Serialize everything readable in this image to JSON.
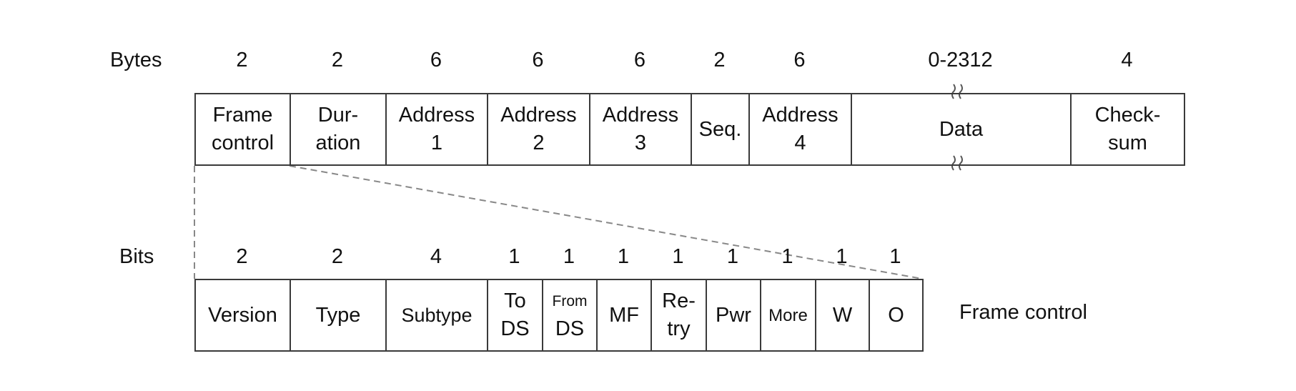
{
  "frame": {
    "row_label": "Bytes",
    "fields": [
      {
        "size": "2",
        "lines": [
          "Frame",
          "control"
        ]
      },
      {
        "size": "2",
        "lines": [
          "Dur-",
          "ation"
        ]
      },
      {
        "size": "6",
        "lines": [
          "Address",
          "1"
        ]
      },
      {
        "size": "6",
        "lines": [
          "Address",
          "2"
        ]
      },
      {
        "size": "6",
        "lines": [
          "Address",
          "3"
        ]
      },
      {
        "size": "2",
        "lines": [
          "Seq.",
          ""
        ]
      },
      {
        "size": "6",
        "lines": [
          "Address",
          "4"
        ]
      },
      {
        "size": "0-2312",
        "lines": [
          "Data",
          ""
        ]
      },
      {
        "size": "4",
        "lines": [
          "Check-",
          "sum"
        ]
      }
    ]
  },
  "frame_control": {
    "row_label": "Bits",
    "caption": "Frame control",
    "fields": [
      {
        "size": "2",
        "lines": [
          "Version",
          ""
        ]
      },
      {
        "size": "2",
        "lines": [
          "Type",
          ""
        ]
      },
      {
        "size": "4",
        "lines": [
          "Subtype",
          ""
        ]
      },
      {
        "size": "1",
        "lines": [
          "To",
          "DS"
        ]
      },
      {
        "size": "1",
        "lines": [
          "From",
          "DS"
        ]
      },
      {
        "size": "1",
        "lines": [
          "MF",
          ""
        ]
      },
      {
        "size": "1",
        "lines": [
          "Re-",
          "try"
        ]
      },
      {
        "size": "1",
        "lines": [
          "Pwr",
          ""
        ]
      },
      {
        "size": "1",
        "lines": [
          "More",
          ""
        ]
      },
      {
        "size": "1",
        "lines": [
          "W",
          ""
        ]
      },
      {
        "size": "1",
        "lines": [
          "O",
          ""
        ]
      }
    ]
  }
}
